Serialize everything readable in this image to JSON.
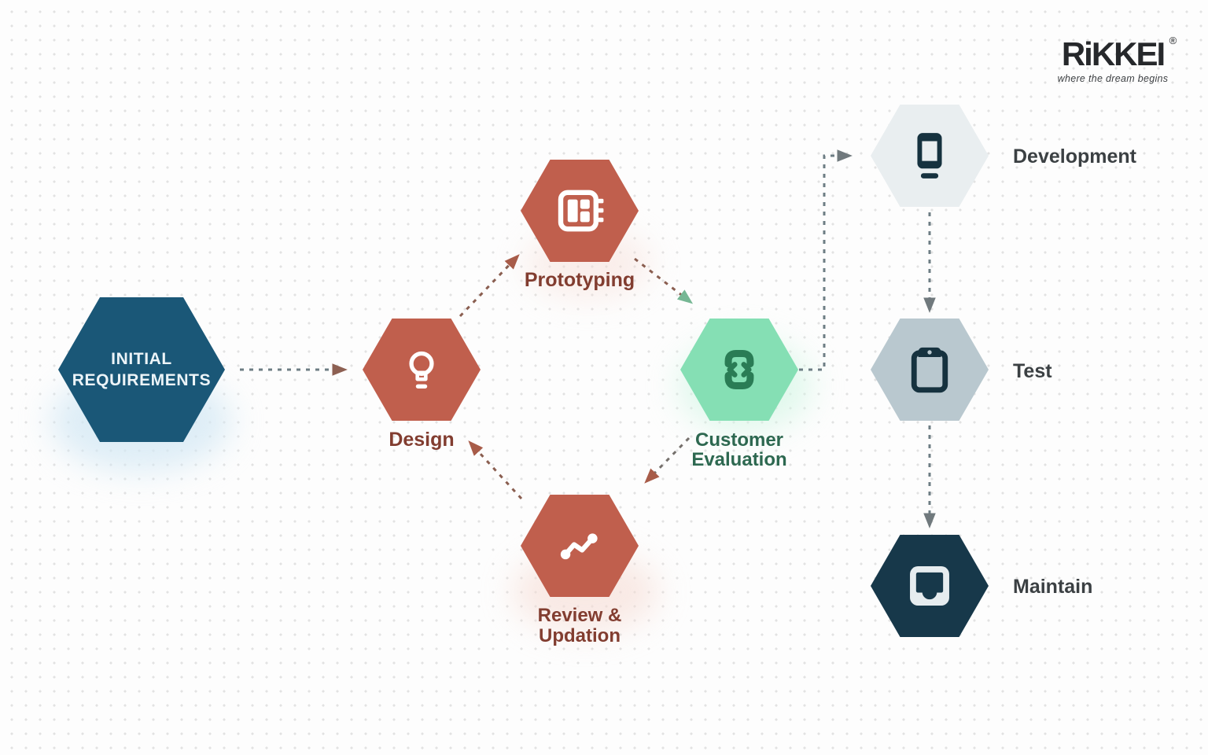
{
  "logo": {
    "text": "RiKKEI",
    "registered_mark": "®",
    "tagline": "where the dream begins"
  },
  "diagram": {
    "nodes": [
      {
        "name": "initial-requirements",
        "lines": [
          "INITIAL",
          "REQUIREMENTS"
        ],
        "color": "#1a5777",
        "icon": null
      },
      {
        "name": "design",
        "label": "Design",
        "color": "#c05f4d",
        "icon": "lightbulb-icon"
      },
      {
        "name": "prototyping",
        "label": "Prototyping",
        "color": "#c05f4d",
        "icon": "prototype-board-icon"
      },
      {
        "name": "customer-evaluation",
        "lines": [
          "Customer",
          "Evaluation"
        ],
        "color": "#85dfb4",
        "icon": "code-brackets-icon"
      },
      {
        "name": "review-updation",
        "lines": [
          "Review &",
          "Updation"
        ],
        "color": "#c05f4d",
        "icon": "trend-line-icon"
      },
      {
        "name": "development",
        "label": "Development",
        "color": "#e9eef0",
        "icon": "mobile-phone-icon"
      },
      {
        "name": "test",
        "label": "Test",
        "color": "#b9c8cf",
        "icon": "clipboard-icon"
      },
      {
        "name": "maintain",
        "label": "Maintain",
        "color": "#17384a",
        "icon": "inbox-tray-icon"
      }
    ],
    "edges": [
      {
        "from": "initial-requirements",
        "to": "design"
      },
      {
        "from": "design",
        "to": "prototyping"
      },
      {
        "from": "prototyping",
        "to": "customer-evaluation"
      },
      {
        "from": "customer-evaluation",
        "to": "development"
      },
      {
        "from": "development",
        "to": "test"
      },
      {
        "from": "test",
        "to": "maintain"
      },
      {
        "from": "customer-evaluation",
        "to": "review-updation"
      },
      {
        "from": "review-updation",
        "to": "design"
      }
    ],
    "colors": {
      "background": "#fdfdfd",
      "dot_grid": "#e2e2e2",
      "terracotta": "#c05f4d",
      "terracotta_label": "#823d30",
      "mint": "#85dfb4",
      "green_label": "#2d6850",
      "green_icon": "#2a7c55",
      "dark_blue": "#1a5777",
      "dark_navy": "#17384a",
      "light_hex": "#e9eef0",
      "gray_hex": "#b9c8cf",
      "right_label": "#3b4043",
      "arrow_gray": "#6d7d84",
      "arrow_brown": "#8a5e50"
    }
  }
}
